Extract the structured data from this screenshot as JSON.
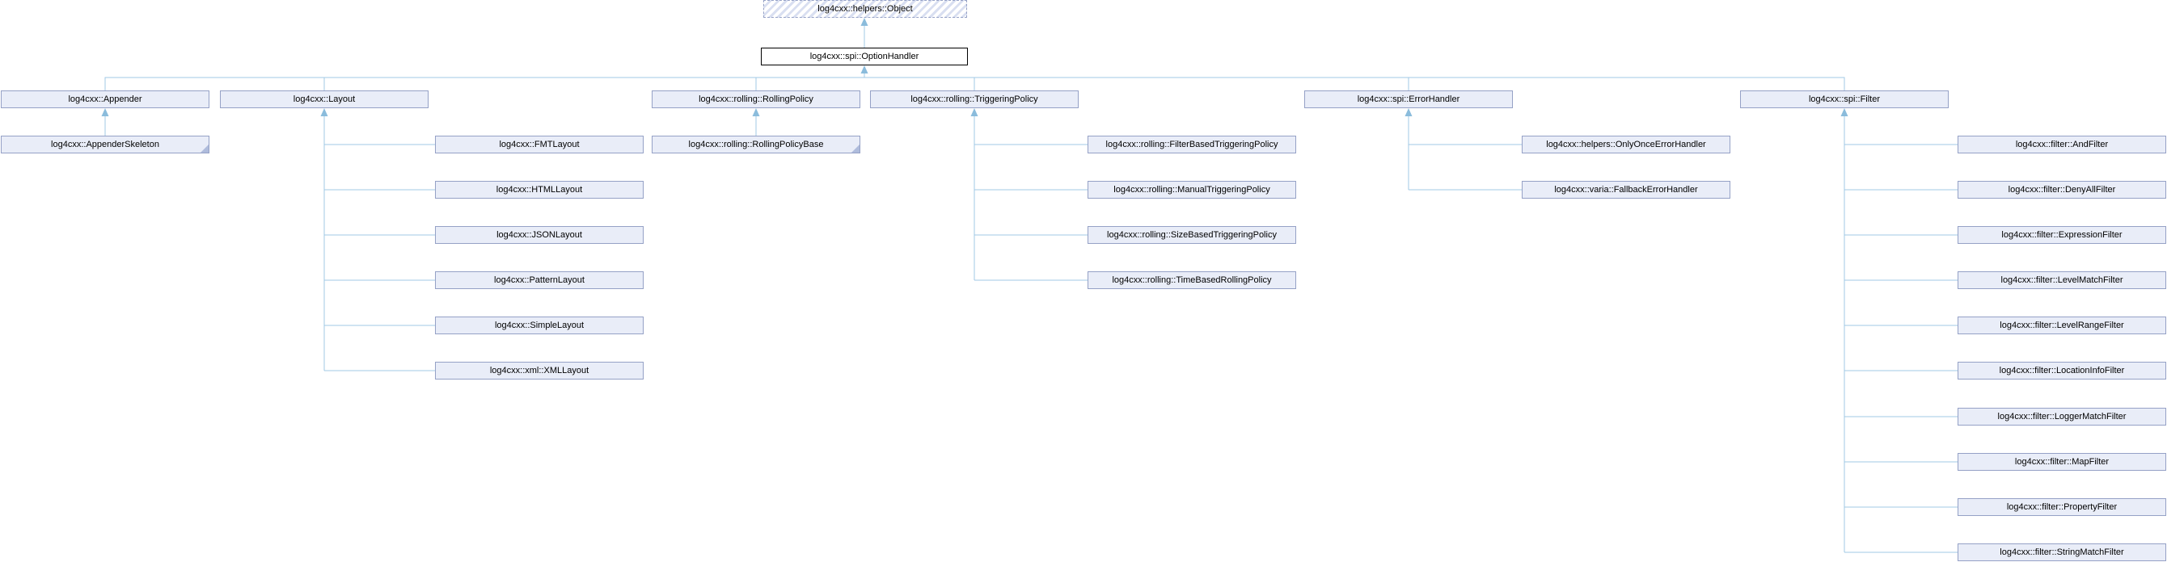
{
  "diagram": {
    "type": "class-inheritance-graph",
    "description": "Doxygen-style inheritance diagram for log4cxx::spi::OptionHandler",
    "nodes": {
      "object": {
        "label": "log4cxx::helpers::Object",
        "style": "dashed-hatched"
      },
      "option_handler": {
        "label": "log4cxx::spi::OptionHandler",
        "style": "solid-black-border"
      },
      "appender": {
        "label": "log4cxx::Appender"
      },
      "layout": {
        "label": "log4cxx::Layout"
      },
      "rolling_policy": {
        "label": "log4cxx::rolling::RollingPolicy"
      },
      "triggering_policy": {
        "label": "log4cxx::rolling::TriggeringPolicy"
      },
      "error_handler": {
        "label": "log4cxx::spi::ErrorHandler"
      },
      "filter": {
        "label": "log4cxx::spi::Filter"
      },
      "appender_skeleton": {
        "label": "log4cxx::AppenderSkeleton",
        "truncated": true
      },
      "fmt_layout": {
        "label": "log4cxx::FMTLayout"
      },
      "html_layout": {
        "label": "log4cxx::HTMLLayout"
      },
      "json_layout": {
        "label": "log4cxx::JSONLayout"
      },
      "pattern_layout": {
        "label": "log4cxx::PatternLayout"
      },
      "simple_layout": {
        "label": "log4cxx::SimpleLayout"
      },
      "xml_layout": {
        "label": "log4cxx::xml::XMLLayout"
      },
      "rolling_policy_base": {
        "label": "log4cxx::rolling::RollingPolicyBase",
        "truncated": true
      },
      "filter_based_triggering_policy": {
        "label": "log4cxx::rolling::FilterBasedTriggeringPolicy"
      },
      "manual_triggering_policy": {
        "label": "log4cxx::rolling::ManualTriggeringPolicy"
      },
      "size_based_triggering_policy": {
        "label": "log4cxx::rolling::SizeBasedTriggeringPolicy"
      },
      "time_based_rolling_policy": {
        "label": "log4cxx::rolling::TimeBasedRollingPolicy"
      },
      "only_once_error_handler": {
        "label": "log4cxx::helpers::OnlyOnceErrorHandler"
      },
      "fallback_error_handler": {
        "label": "log4cxx::varia::FallbackErrorHandler"
      },
      "and_filter": {
        "label": "log4cxx::filter::AndFilter"
      },
      "deny_all_filter": {
        "label": "log4cxx::filter::DenyAllFilter"
      },
      "expression_filter": {
        "label": "log4cxx::filter::ExpressionFilter"
      },
      "level_match_filter": {
        "label": "log4cxx::filter::LevelMatchFilter"
      },
      "level_range_filter": {
        "label": "log4cxx::filter::LevelRangeFilter"
      },
      "location_info_filter": {
        "label": "log4cxx::filter::LocationInfoFilter"
      },
      "logger_match_filter": {
        "label": "log4cxx::filter::LoggerMatchFilter"
      },
      "map_filter": {
        "label": "log4cxx::filter::MapFilter"
      },
      "property_filter": {
        "label": "log4cxx::filter::PropertyFilter"
      },
      "string_match_filter": {
        "label": "log4cxx::filter::StringMatchFilter"
      }
    },
    "edges": [
      {
        "from": "log4cxx::spi::OptionHandler",
        "to": "log4cxx::helpers::Object"
      },
      {
        "from": "log4cxx::Appender",
        "to": "log4cxx::spi::OptionHandler"
      },
      {
        "from": "log4cxx::Layout",
        "to": "log4cxx::spi::OptionHandler"
      },
      {
        "from": "log4cxx::rolling::RollingPolicy",
        "to": "log4cxx::spi::OptionHandler"
      },
      {
        "from": "log4cxx::rolling::TriggeringPolicy",
        "to": "log4cxx::spi::OptionHandler"
      },
      {
        "from": "log4cxx::spi::ErrorHandler",
        "to": "log4cxx::spi::OptionHandler"
      },
      {
        "from": "log4cxx::spi::Filter",
        "to": "log4cxx::spi::OptionHandler"
      },
      {
        "from": "log4cxx::AppenderSkeleton",
        "to": "log4cxx::Appender"
      },
      {
        "from": "log4cxx::FMTLayout",
        "to": "log4cxx::Layout"
      },
      {
        "from": "log4cxx::HTMLLayout",
        "to": "log4cxx::Layout"
      },
      {
        "from": "log4cxx::JSONLayout",
        "to": "log4cxx::Layout"
      },
      {
        "from": "log4cxx::PatternLayout",
        "to": "log4cxx::Layout"
      },
      {
        "from": "log4cxx::SimpleLayout",
        "to": "log4cxx::Layout"
      },
      {
        "from": "log4cxx::xml::XMLLayout",
        "to": "log4cxx::Layout"
      },
      {
        "from": "log4cxx::rolling::RollingPolicyBase",
        "to": "log4cxx::rolling::RollingPolicy"
      },
      {
        "from": "log4cxx::rolling::FilterBasedTriggeringPolicy",
        "to": "log4cxx::rolling::TriggeringPolicy"
      },
      {
        "from": "log4cxx::rolling::ManualTriggeringPolicy",
        "to": "log4cxx::rolling::TriggeringPolicy"
      },
      {
        "from": "log4cxx::rolling::SizeBasedTriggeringPolicy",
        "to": "log4cxx::rolling::TriggeringPolicy"
      },
      {
        "from": "log4cxx::rolling::TimeBasedRollingPolicy",
        "to": "log4cxx::rolling::TriggeringPolicy"
      },
      {
        "from": "log4cxx::helpers::OnlyOnceErrorHandler",
        "to": "log4cxx::spi::ErrorHandler"
      },
      {
        "from": "log4cxx::varia::FallbackErrorHandler",
        "to": "log4cxx::spi::ErrorHandler"
      },
      {
        "from": "log4cxx::filter::AndFilter",
        "to": "log4cxx::spi::Filter"
      },
      {
        "from": "log4cxx::filter::DenyAllFilter",
        "to": "log4cxx::spi::Filter"
      },
      {
        "from": "log4cxx::filter::ExpressionFilter",
        "to": "log4cxx::spi::Filter"
      },
      {
        "from": "log4cxx::filter::LevelMatchFilter",
        "to": "log4cxx::spi::Filter"
      },
      {
        "from": "log4cxx::filter::LevelRangeFilter",
        "to": "log4cxx::spi::Filter"
      },
      {
        "from": "log4cxx::filter::LocationInfoFilter",
        "to": "log4cxx::spi::Filter"
      },
      {
        "from": "log4cxx::filter::LoggerMatchFilter",
        "to": "log4cxx::spi::Filter"
      },
      {
        "from": "log4cxx::filter::MapFilter",
        "to": "log4cxx::spi::Filter"
      },
      {
        "from": "log4cxx::filter::PropertyFilter",
        "to": "log4cxx::spi::Filter"
      },
      {
        "from": "log4cxx::filter::StringMatchFilter",
        "to": "log4cxx::spi::Filter"
      }
    ]
  },
  "colors": {
    "background": "#FFFFFF",
    "node_fill": "#E9EDF8",
    "node_border": "#95A1C6",
    "interface_border": "#000000",
    "edge_color": "#A0C8E4",
    "arrow_color": "#8BBCDC",
    "hatch_stripe": "#D9DFF1",
    "fold_color": "#AFBCDC",
    "text_color": "#000000"
  }
}
